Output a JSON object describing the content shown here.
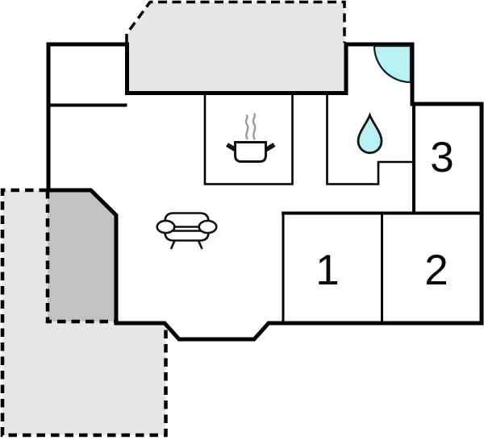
{
  "floorplan": {
    "rooms": [
      {
        "name": "room-1",
        "label": "1"
      },
      {
        "name": "room-2",
        "label": "2"
      },
      {
        "name": "room-3",
        "label": "3"
      }
    ],
    "icons": [
      {
        "name": "stove-pot-icon"
      },
      {
        "name": "water-drop-icon"
      },
      {
        "name": "door-swing-icon"
      },
      {
        "name": "sofa-icon"
      }
    ],
    "colors": {
      "wall": "#000000",
      "terrace_light": "#e6e6e6",
      "terrace_dark": "#c2c2c2",
      "accent_cyan": "#b8f0f4",
      "steam_gray": "#9a9a9a",
      "background": "#ffffff"
    }
  }
}
